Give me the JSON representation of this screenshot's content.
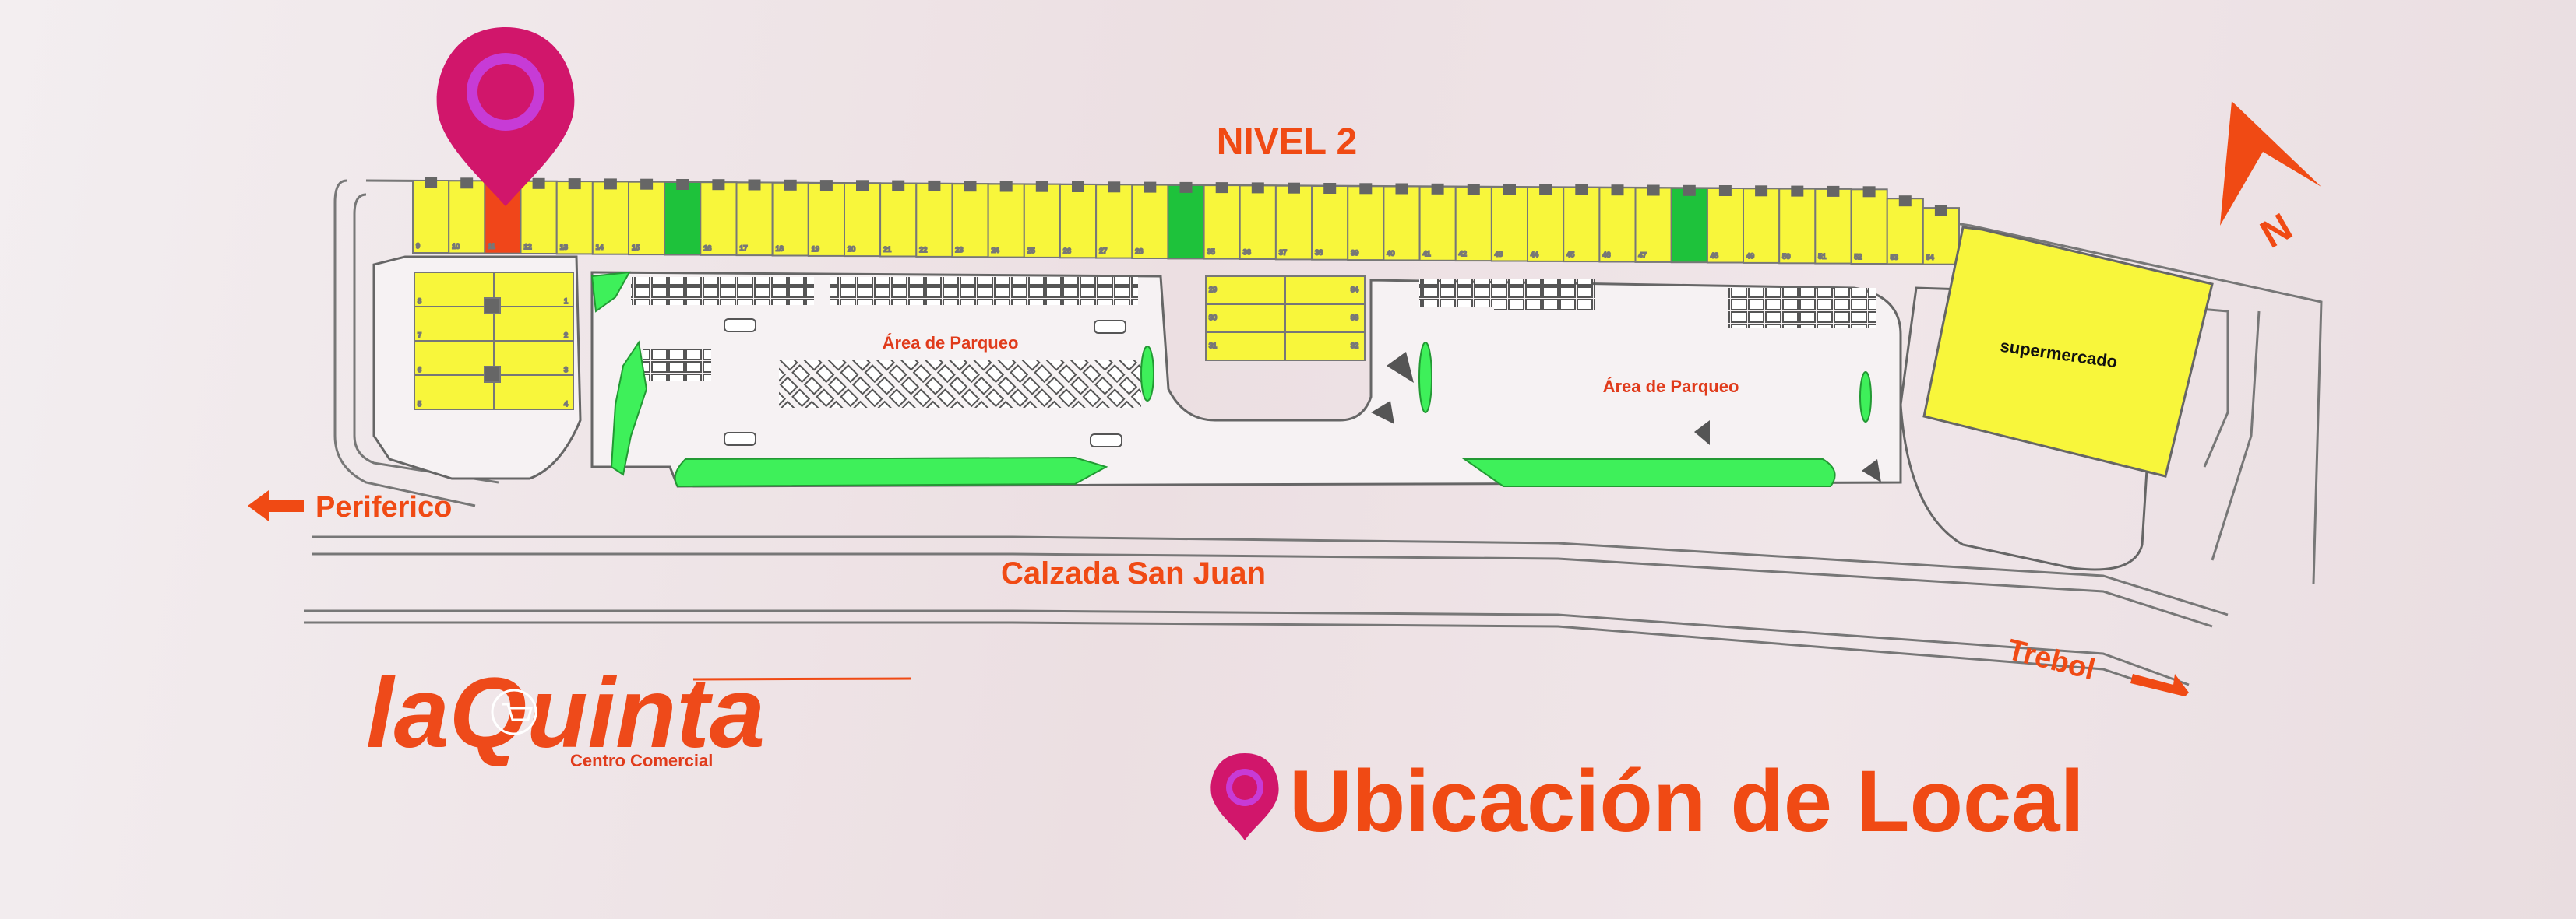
{
  "colors": {
    "accent": "#f04a14",
    "pin": "#d1166b",
    "pin_inner": "#b82fc4",
    "unit_yellow": "#f8f63b",
    "green": "#3ef05a",
    "dark_green": "#1ec23b",
    "highlight": "#f0461a"
  },
  "map": {
    "level_label": "NIVEL 2",
    "parking_left": "Área de Parqueo",
    "parking_right": "Área de Parqueo",
    "supermarket": "supermercado",
    "road_main": "Calzada San Juan",
    "exit_left": "Periferico",
    "exit_right": "Trebol",
    "compass_letter": "N",
    "highlighted_unit": "11",
    "top_row_numbers": [
      "9",
      "10",
      "11",
      "12",
      "13",
      "14",
      "15",
      "",
      "16",
      "17",
      "18",
      "19",
      "20",
      "21",
      "22",
      "23",
      "24",
      "25",
      "26",
      "27",
      "28",
      "",
      "35",
      "36",
      "37",
      "38",
      "39",
      "40",
      "41",
      "42",
      "43",
      "44",
      "45",
      "46",
      "47",
      "",
      "48",
      "49",
      "50",
      "51",
      "52",
      "53",
      "54"
    ],
    "center_block_numbers": [
      "29",
      "34",
      "30",
      "33",
      "31",
      "32"
    ],
    "left_block_numbers": [
      "8",
      "7",
      "6",
      "5",
      "1",
      "2",
      "3",
      "4"
    ]
  },
  "brand": {
    "name": "laQuinta",
    "subtitle": "Centro Comercial",
    "logo_icon": "shopping-cart-icon"
  },
  "footer": {
    "title": "Ubicación de Local",
    "icon": "location-pin-icon"
  }
}
